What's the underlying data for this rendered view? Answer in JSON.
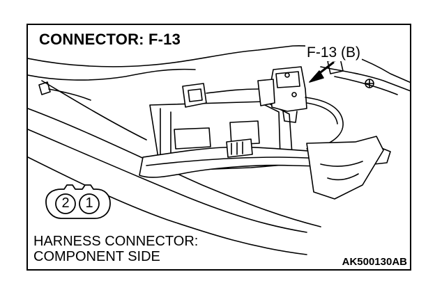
{
  "title": "CONNECTOR: F-13",
  "callout_label": "F-13 (B)",
  "caption": {
    "line1": "HARNESS CONNECTOR:",
    "line2": "COMPONENT SIDE"
  },
  "figure_code": "AK500130AB",
  "connector_pins": [
    "2",
    "1"
  ],
  "colors": {
    "line": "#000000",
    "background": "#ffffff"
  }
}
